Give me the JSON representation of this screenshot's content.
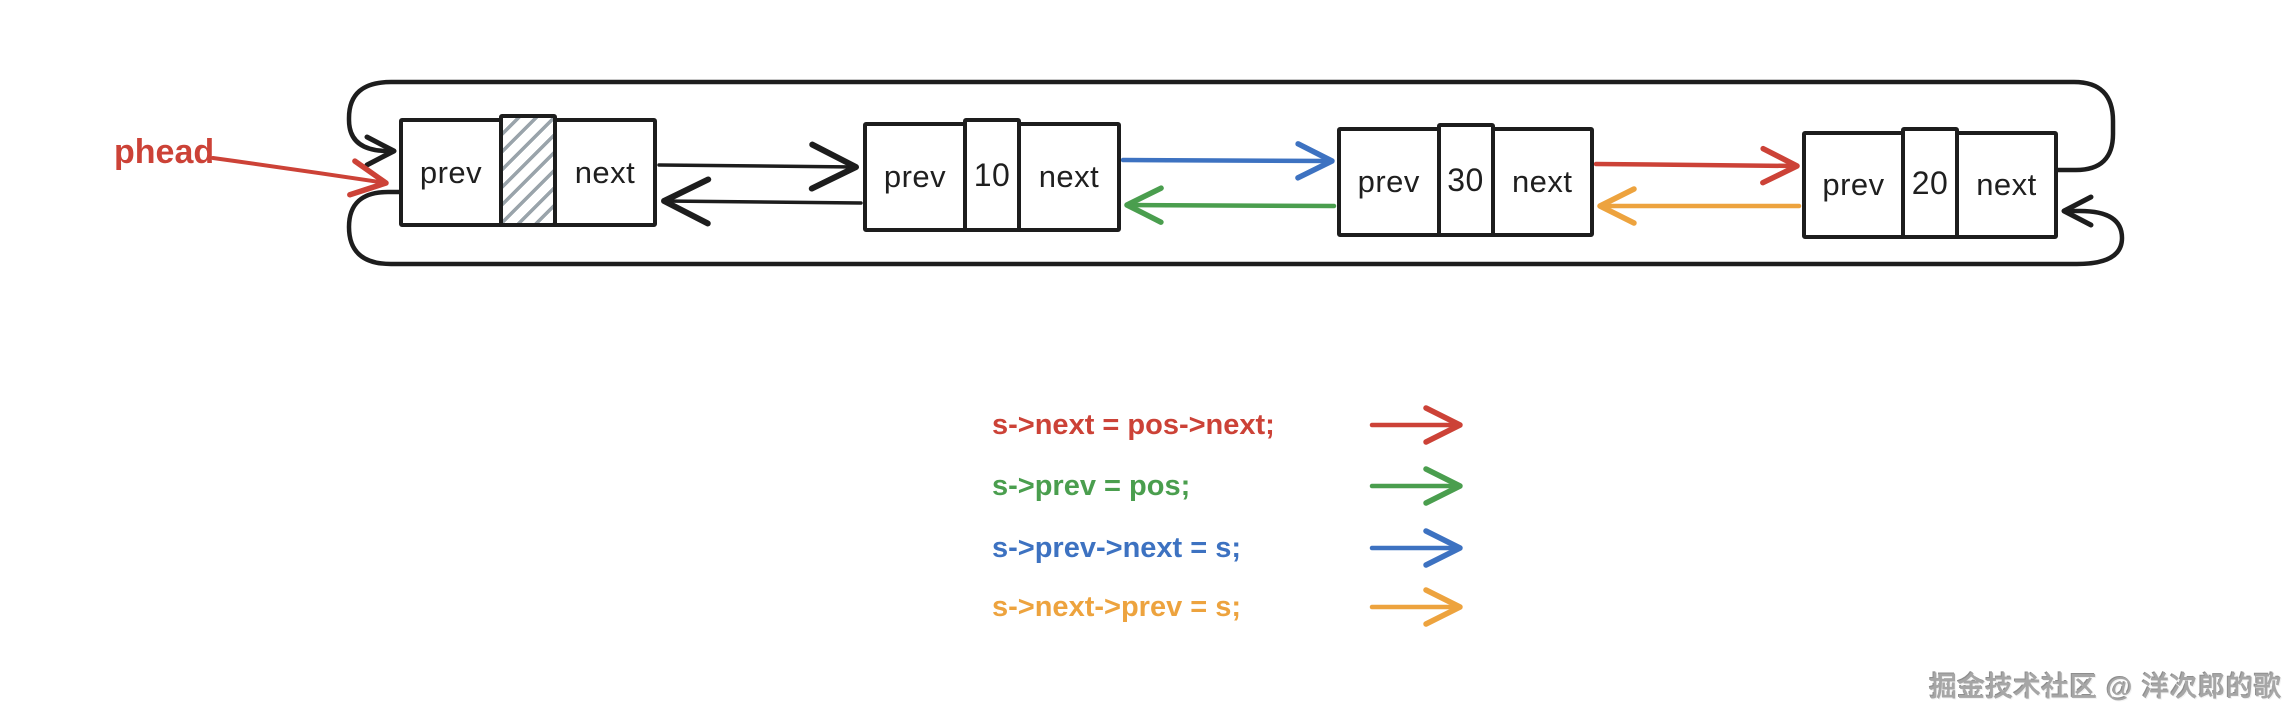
{
  "colors": {
    "black": "#1d1d1d",
    "red": "#cc4237",
    "green": "#4a9e4e",
    "blue": "#3d72c1",
    "orange": "#eda33e",
    "hatch_line": "#9aa4ab",
    "watermark_gray": "#a6a6a6"
  },
  "diagram": {
    "phead_label": "phead",
    "nodes": [
      {
        "prev": "prev",
        "value": "",
        "next": "next",
        "hatched": true
      },
      {
        "prev": "prev",
        "value": "10",
        "next": "next",
        "hatched": false
      },
      {
        "prev": "prev",
        "value": "30",
        "next": "next",
        "hatched": false
      },
      {
        "prev": "prev",
        "value": "20",
        "next": "next",
        "hatched": false
      }
    ]
  },
  "legend": {
    "items": [
      {
        "code": "s->next = pos->next;",
        "color_key": "red"
      },
      {
        "code": "s->prev = pos;",
        "color_key": "green"
      },
      {
        "code": "s->prev->next = s;",
        "color_key": "blue"
      },
      {
        "code": "s->next->prev = s;",
        "color_key": "orange"
      }
    ]
  },
  "watermark": {
    "text": "掘金技术社区 @ 洋次郎的歌"
  }
}
